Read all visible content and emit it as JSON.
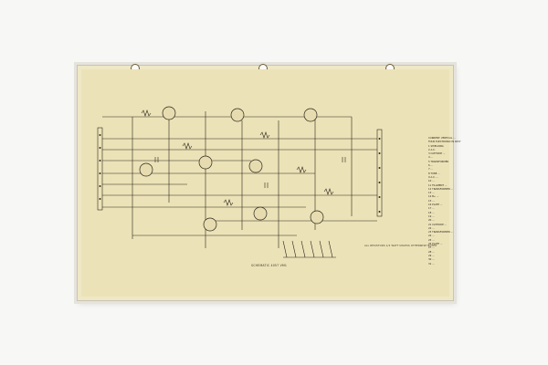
{
  "diagram": {
    "caption": "SCHEMATIC 4057 VM1",
    "notes_title": "CURRENT: VERTICAL ...",
    "notes": [
      "FOUR ELECTRONIC IN 4057",
      "1  SHIELDING",
      "2  A.C.",
      "3  CATHODE ...",
      "4  ...",
      "5  TRANSFORMER",
      "6  ...",
      "7  ...",
      "8  TUBE ...",
      "9  A.C. ...",
      "10 ...",
      "11 FILAMENT ...",
      "12 TRANSFORMER ...",
      "13 ...",
      "14 B+ ...",
      "15 ...",
      "16 PLATE ...",
      "17 ...",
      "18 ...",
      "19 ...",
      "20 ...",
      "21 CATHODE ...",
      "22 ...",
      "23 TRANSFORMER ...",
      "24 ...",
      "25 ...",
      "26 PLATE ...",
      "27 ...",
      "28 ...",
      "29 ...",
      "30 ...",
      "31 ..."
    ],
    "footnote": "ALL RESISTORS 1/2 WATT UNLESS OTHERWISE NOTED",
    "colors": {
      "paper": "#ece2b8",
      "ink": "#2c2719",
      "border": "#c9c4b4"
    }
  }
}
